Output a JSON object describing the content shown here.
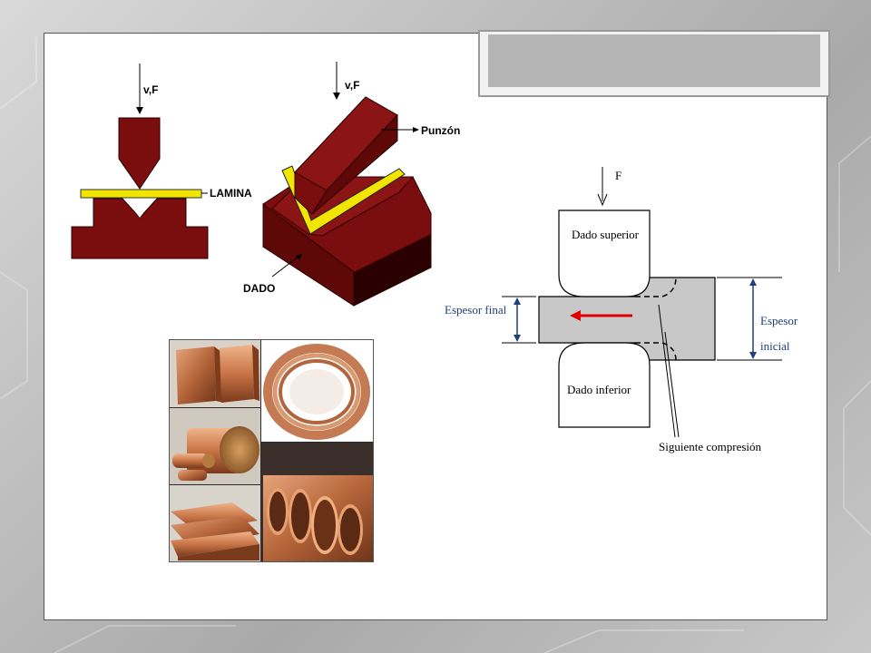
{
  "slide": {
    "title": ""
  },
  "bending_diagram": {
    "force_label_left": "v,F",
    "force_label_right": "v,F",
    "sheet_label": "LAMINA",
    "punch_label": "Punzón",
    "die_label": "DADO"
  },
  "rolling_diagram": {
    "force_label": "F",
    "upper_die_label": "Dado superior",
    "lower_die_label": "Dado inferior",
    "final_thickness_label": "Espesor final",
    "initial_thickness_line1": "Espesor",
    "initial_thickness_line2": "inicial",
    "next_compression_label": "Siguiente compresión"
  },
  "colors": {
    "die_red": "#7a0d0d",
    "die_dark": "#4a0505",
    "sheet_yellow": "#f2e600",
    "arrow_red": "#e00000",
    "dim_blue": "#1f3f7a",
    "copper": "#b5653a"
  },
  "photo_collage": {
    "tiles": [
      "copper-bars",
      "copper-coil",
      "copper-rods",
      "copper-pipes",
      "copper-flat-bars"
    ]
  }
}
